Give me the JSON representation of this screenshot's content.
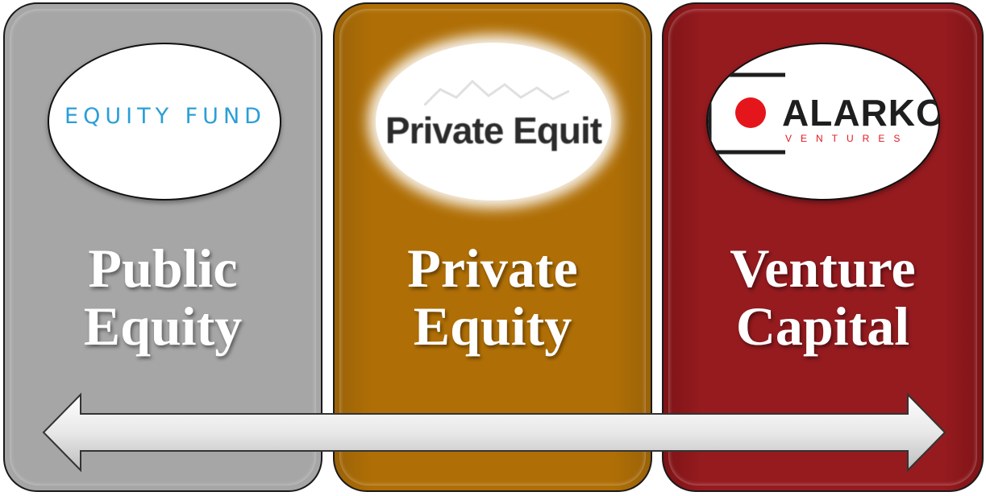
{
  "panels": [
    {
      "id": "public",
      "logo_text": "EQUITY FUND",
      "title_line1": "Public",
      "title_line2": "Equity",
      "color": "#a6a6a6"
    },
    {
      "id": "private",
      "logo_text": "Private Equit",
      "title_line1": "Private",
      "title_line2": "Equity",
      "color": "#b06f06"
    },
    {
      "id": "venture",
      "logo_text": "ALARKO",
      "logo_subtext": "VENTURES",
      "title_line1": "Venture",
      "title_line2": "Capital",
      "color": "#951b1f"
    }
  ],
  "arrow": {
    "type": "double-headed",
    "fill": "#e6e6e6"
  },
  "logo_colors": {
    "equity_fund": "#2a9fd6",
    "alarko_red": "#e4161c"
  }
}
